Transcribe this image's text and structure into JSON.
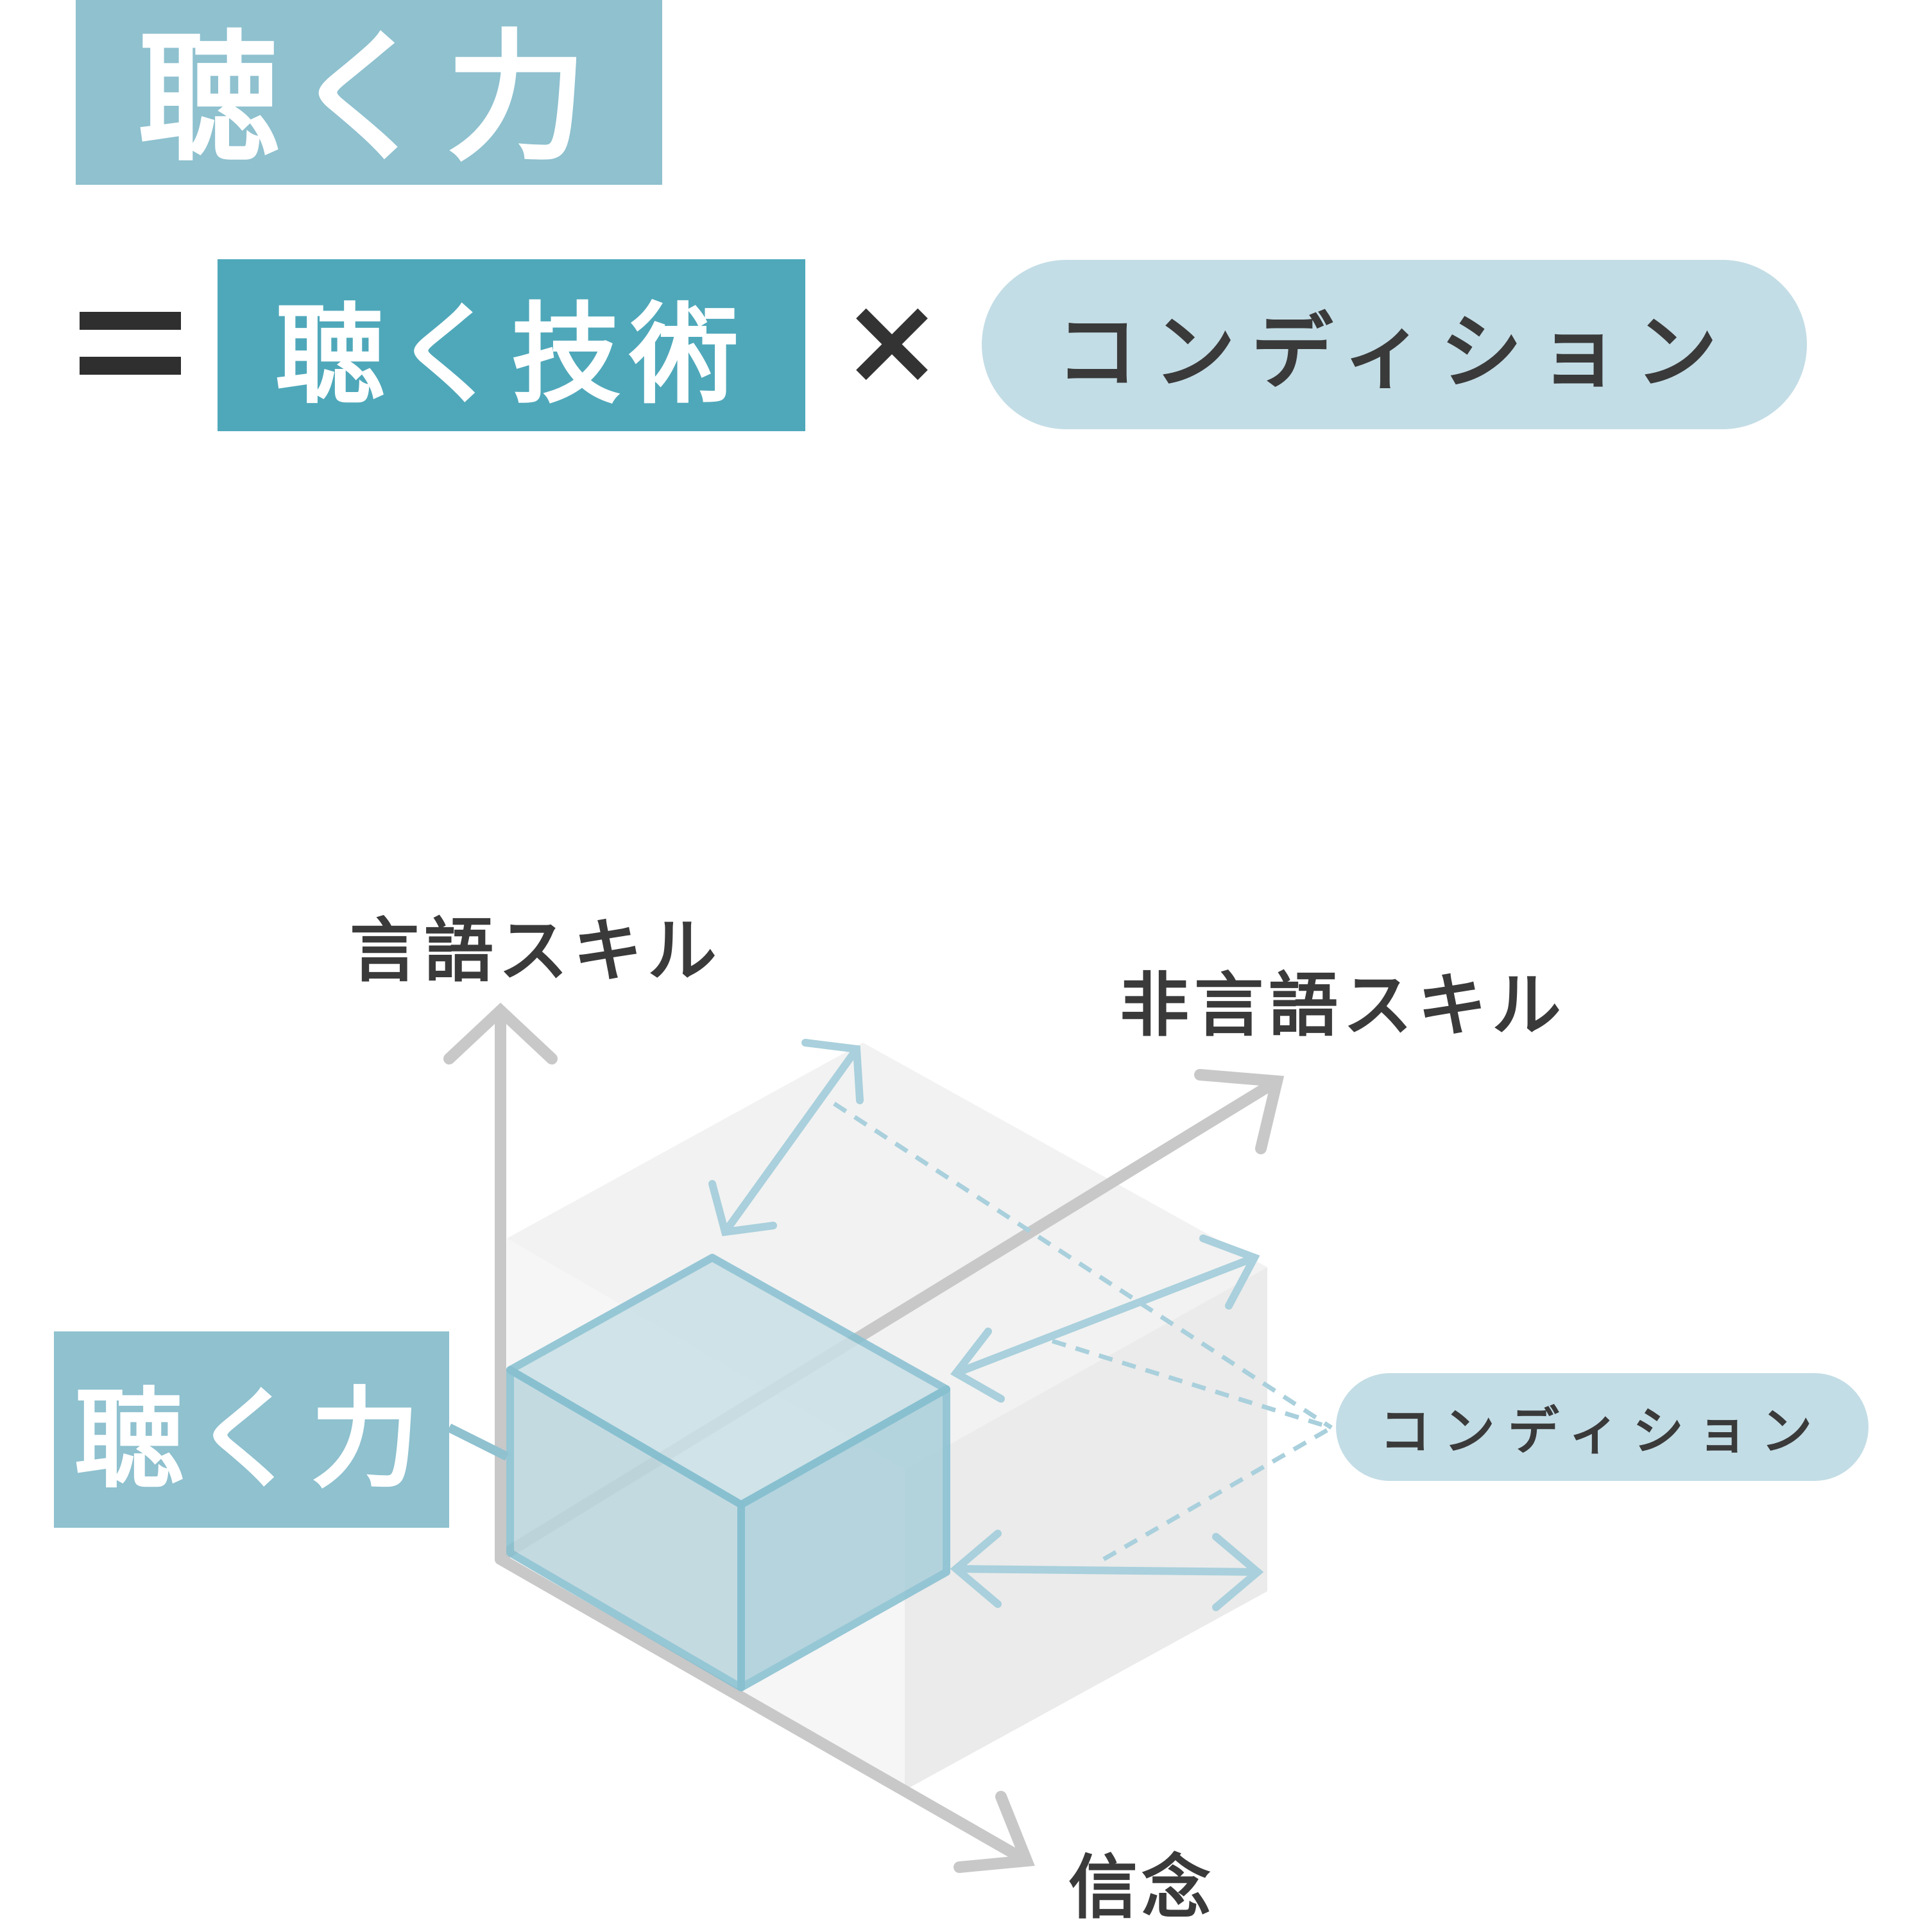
{
  "formula": {
    "title": "聴く力",
    "equals_sign": "=",
    "technique": "聴く技術",
    "times_sign": "×",
    "condition": "コンディション"
  },
  "diagram": {
    "axis_verbal": "言語スキル",
    "axis_nonverbal": "非言語スキル",
    "axis_belief": "信念",
    "cube_label": "聴く力",
    "condition_label": "コンディション"
  },
  "colors": {
    "primary_light": "#8fc1cf",
    "primary_dark": "#4fa8ba",
    "pill": "#c3dde6",
    "axis": "#c8c8c8",
    "arrow": "#a9d0dc",
    "text": "#3a3a3a"
  }
}
